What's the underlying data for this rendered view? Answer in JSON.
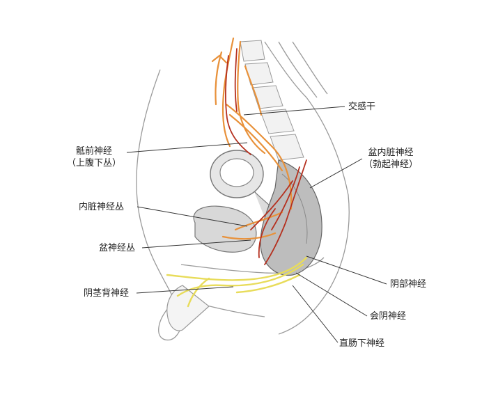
{
  "labels": {
    "sympathetic_trunk": "交感干",
    "presacral_nerve": "骶前神经",
    "presacral_nerve_alt": "（上腹下丛）",
    "pelvic_splanchnic": "盆内脏神经",
    "pelvic_splanchnic_alt": "（勃起神经）",
    "visceral_plexus": "内脏神经丛",
    "pelvic_plexus": "盆神经丛",
    "pudendal_nerve": "阴部神经",
    "dorsal_penile_nerve": "阴茎背神经",
    "perineal_nerve": "会阴神经",
    "inferior_rectal_nerve": "直肠下神经"
  },
  "colors": {
    "nerve_orange": "#e8913a",
    "nerve_red": "#b5301f",
    "nerve_yellow": "#e8dc5a",
    "outline": "#8a8a8a",
    "leader": "#333333"
  }
}
